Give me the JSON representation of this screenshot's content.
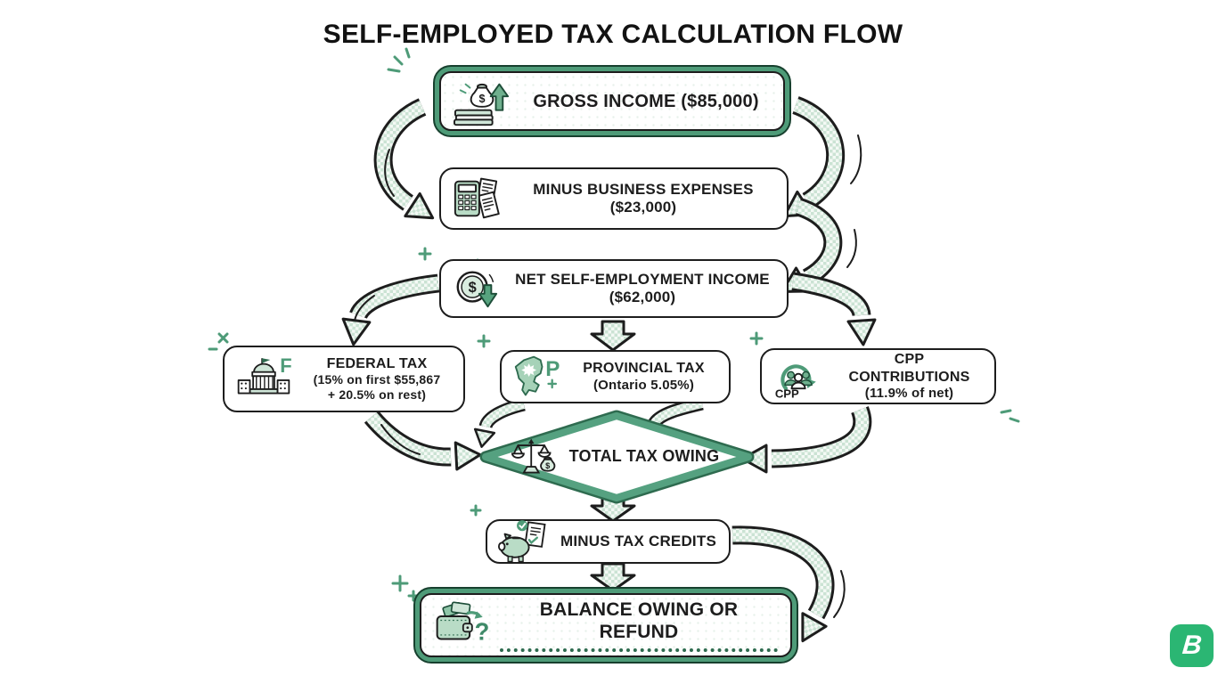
{
  "title": "SELF-EMPLOYED TAX CALCULATION FLOW",
  "nodes": {
    "gross_income": {
      "label": "GROSS INCOME ($85,000)",
      "icon": "money-bag-up-arrow"
    },
    "business_expenses": {
      "line1": "MINUS BUSINESS EXPENSES",
      "line2": "($23,000)",
      "icon": "calculator-receipts"
    },
    "net_income": {
      "line1": "NET SELF-EMPLOYMENT INCOME",
      "line2": "($62,000)",
      "icon": "dollar-coin-down-arrow"
    },
    "federal_tax": {
      "line1": "FEDERAL TAX",
      "line2": "(15% on first $55,867",
      "line3": "+ 20.5% on rest)",
      "icon": "government-building"
    },
    "provincial_tax": {
      "line1": "PROVINCIAL TAX",
      "line2": "(Ontario 5.05%)",
      "icon": "ontario-map-maple-leaf"
    },
    "cpp_contributions": {
      "line1": "CPP CONTRIBUTIONS",
      "line2": "(11.9% of net)",
      "icon": "people-contribution-cycle"
    },
    "total_tax_owing": {
      "label": "TOTAL TAX OWING",
      "icon": "balance-scale-money-bag"
    },
    "tax_credits": {
      "label": "MINUS TAX CREDITS",
      "icon": "piggy-bank-document"
    },
    "balance": {
      "label": "BALANCE OWING OR REFUND",
      "icon": "wallet-question-mark"
    }
  },
  "icon_text": {
    "dollar": "$",
    "cpp": "CPP",
    "federal_letter": "F",
    "provincial_letter": "P",
    "question_mark": "?"
  },
  "logo": {
    "letter": "B",
    "color": "#2BB673"
  },
  "colors": {
    "accent_green": "#4E9B78",
    "dark_green": "#2E6B4F",
    "light_green": "#CDE4D5",
    "ink": "#1D1D1D",
    "logo_green": "#2BB673",
    "background": "#FFFFFF"
  }
}
